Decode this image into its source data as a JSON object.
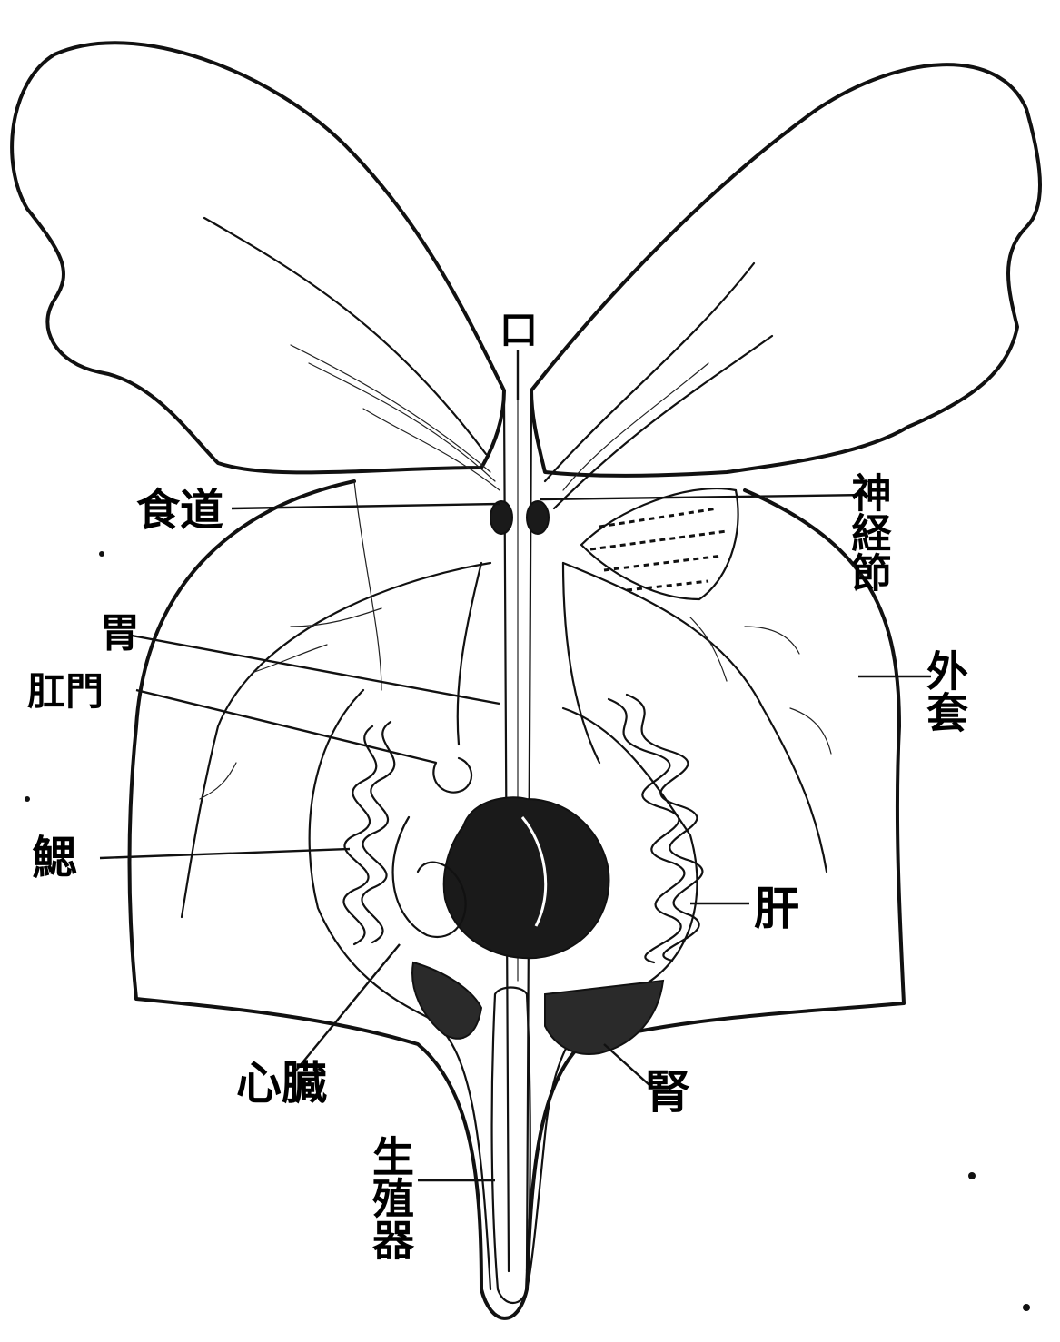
{
  "labels": {
    "mouth": "口",
    "esophagus": "食道",
    "nerve_ganglion": "神経節",
    "stomach": "胃",
    "anus": "肛門",
    "gill": "鰓",
    "mantle": "外套",
    "liver": "肝",
    "heart": "心臓",
    "kidney": "腎",
    "gonad": "生殖器"
  }
}
